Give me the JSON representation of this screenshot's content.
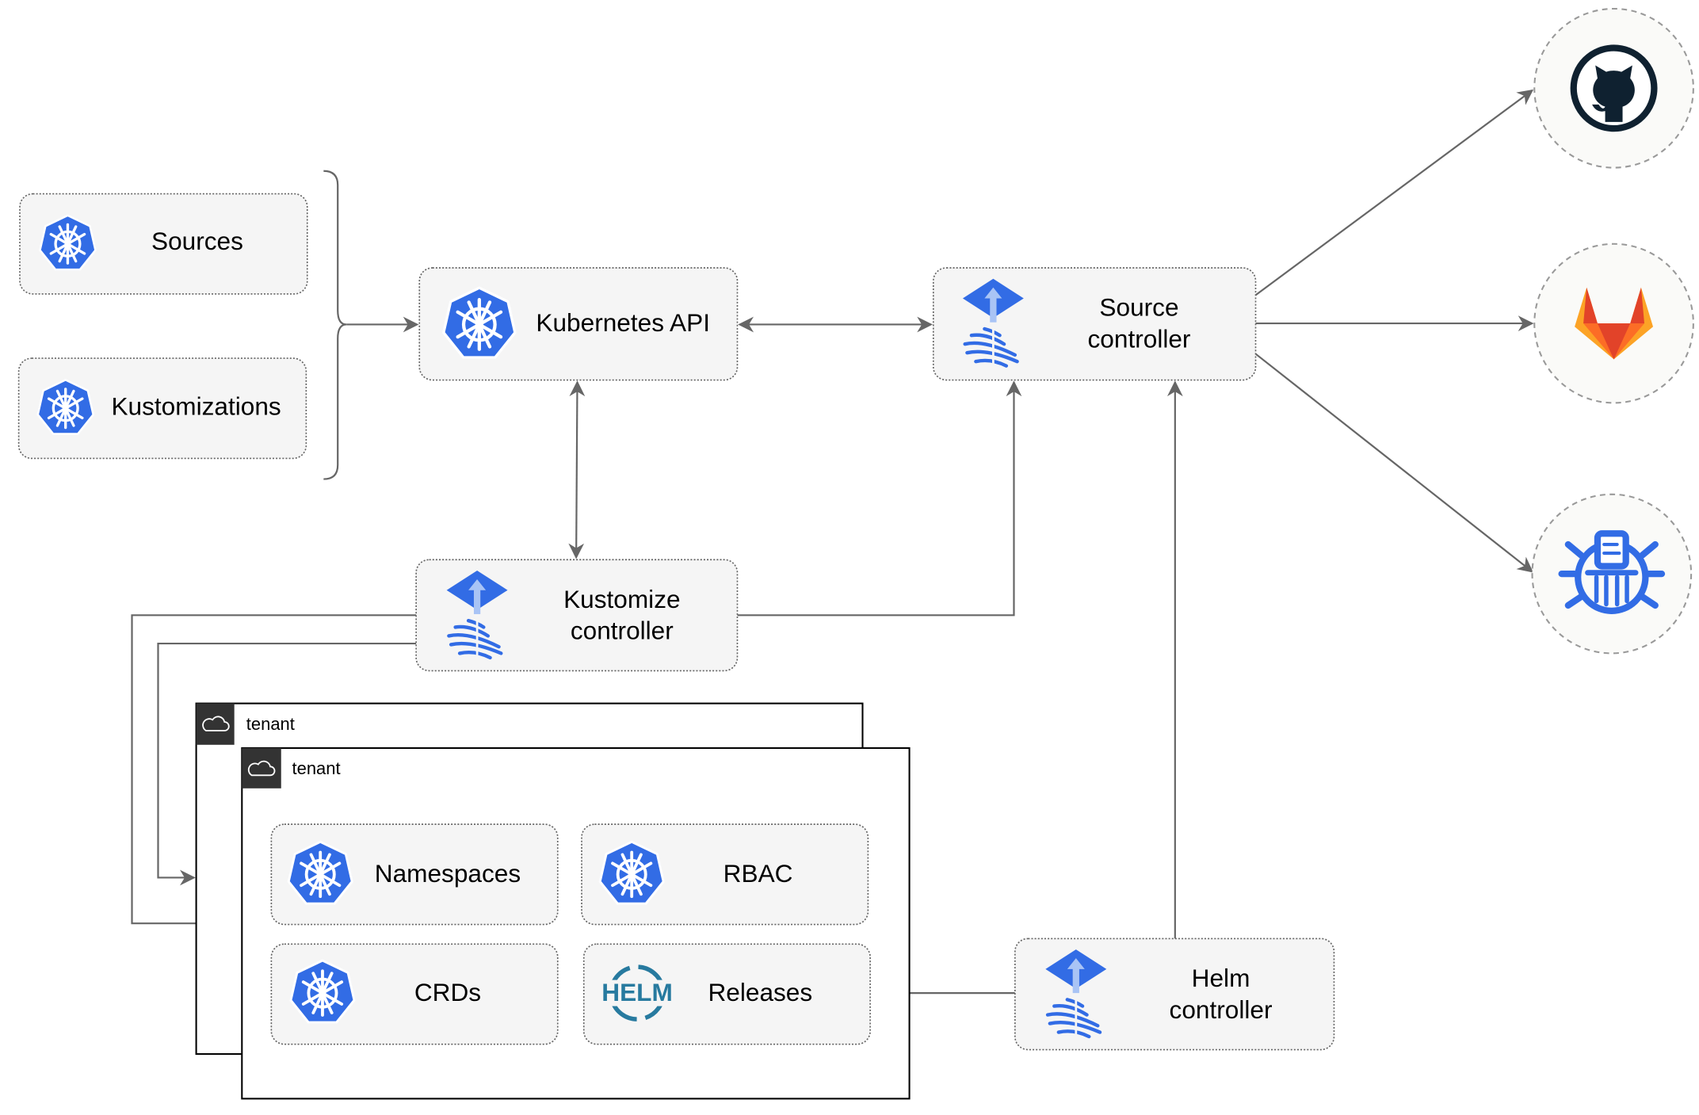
{
  "nodes": {
    "sources": "Sources",
    "kustomizations": "Kustomizations",
    "kubernetes_api": "Kubernetes API",
    "source_controller": [
      "Source",
      "controller"
    ],
    "kustomize_controller": [
      "Kustomize",
      "controller"
    ],
    "helm_controller": [
      "Helm",
      "controller"
    ],
    "namespaces": "Namespaces",
    "rbac": "RBAC",
    "crds": "CRDs",
    "releases": "Releases",
    "helm_logo_text": "HELM"
  },
  "tenants": [
    "tenant",
    "tenant"
  ],
  "external": [
    "github-icon",
    "gitlab-icon",
    "bucket-icon"
  ],
  "colors": {
    "k8s_blue": "#326ce5",
    "helm_blue": "#277a9f",
    "gitlab_orange": "#e24329",
    "github_dark": "#0f2130",
    "edge": "#666666"
  }
}
